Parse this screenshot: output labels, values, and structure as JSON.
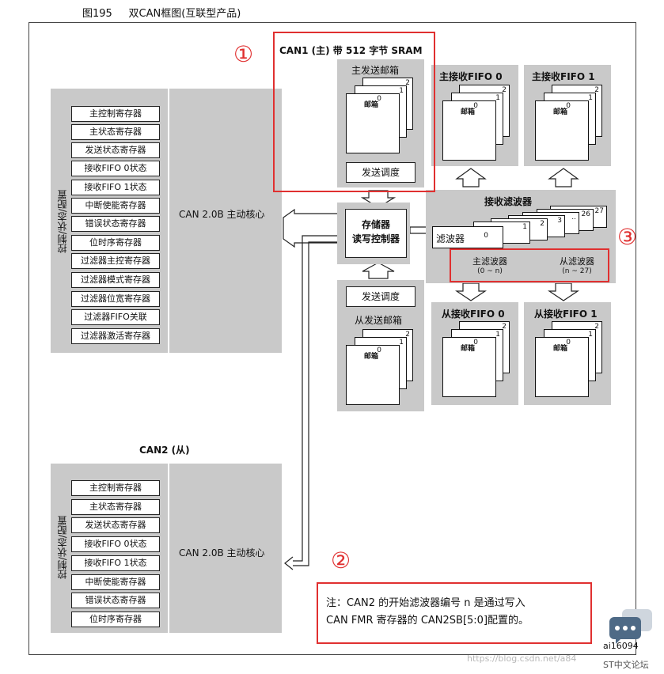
{
  "caption": {
    "fig": "图195",
    "text": "双CAN框图(互联型产品)"
  },
  "can1": {
    "title": "CAN1 (主) 带 512 字节 SRAM",
    "side_label": "控制/状态/配置",
    "core_label": "CAN 2.0B 主动核心",
    "registers": [
      "主控制寄存器",
      "主状态寄存器",
      "发送状态寄存器",
      "接收FIFO 0状态",
      "接收FIFO 1状态",
      "中断使能寄存器",
      "错误状态寄存器",
      "位时序寄存器",
      "过滤器主控寄存器",
      "过滤器模式寄存器",
      "过滤器位宽寄存器",
      "过滤器FIFO关联",
      "过滤器激活寄存器"
    ],
    "tx_mailbox_title": "主发送邮箱",
    "tx_scheduler": "发送调度",
    "rx_fifo0": "主接收FIFO 0",
    "rx_fifo1": "主接收FIFO 1"
  },
  "mailbox": {
    "label": "邮箱",
    "n0": "0",
    "n1": "1",
    "n2": "2"
  },
  "mem_ctrl": {
    "line1": "存储器",
    "line2": "读写控制器"
  },
  "filters": {
    "title": "接收滤波器",
    "filter": "滤波器",
    "f0": "0",
    "f1": "1",
    "f2": "2",
    "f3": "3",
    "fdots": "..",
    "f26": "26",
    "f27": "27",
    "master": "主滤波器",
    "master_range": "(0 ~ n)",
    "slave": "从滤波器",
    "slave_range": "(n ~ 27)"
  },
  "slave_side": {
    "tx_scheduler": "发送调度",
    "tx_mailbox_title": "从发送邮箱",
    "rx_fifo0": "从接收FIFO 0",
    "rx_fifo1": "从接收FIFO 1"
  },
  "can2": {
    "title": "CAN2 (从)",
    "side_label": "控制/状态/配置",
    "core_label": "CAN 2.0B 主动核心",
    "registers": [
      "主控制寄存器",
      "主状态寄存器",
      "发送状态寄存器",
      "接收FIFO 0状态",
      "接收FIFO 1状态",
      "中断使能寄存器",
      "错误状态寄存器",
      "位时序寄存器"
    ]
  },
  "markers": {
    "m1": "①",
    "m2": "②",
    "m3": "③"
  },
  "note": {
    "line1": "注：CAN2 的开始滤波器编号 n 是通过写入",
    "line2": "CAN  FMR 寄存器的 CAN2SB[5:0]配置的。"
  },
  "figure_id": "ai16094",
  "watermark": "https://blog.csdn.net/a84",
  "forum": "ST中文论坛",
  "colors": {
    "panel": "#c9c9c9",
    "highlight": "#e03030"
  }
}
